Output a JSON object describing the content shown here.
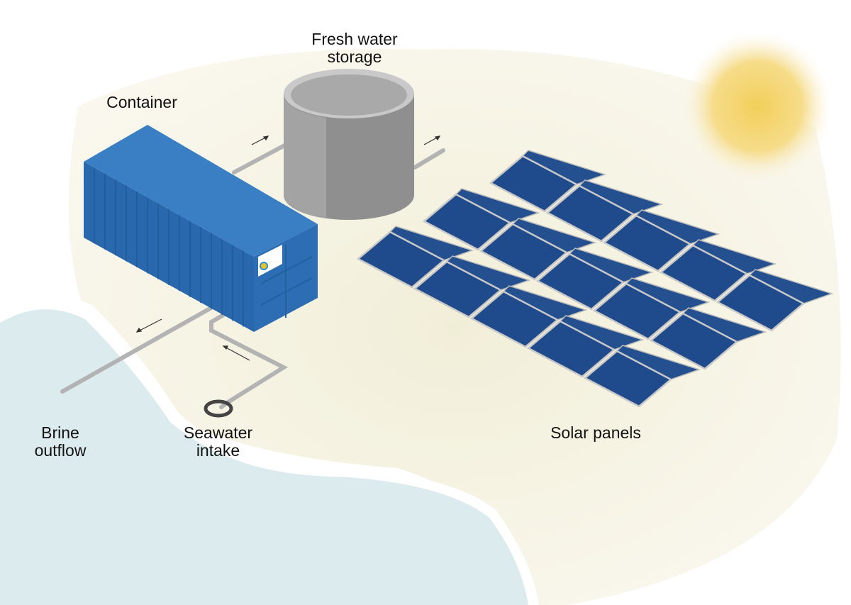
{
  "labels": {
    "fresh_water": "Fresh water storage",
    "container": "Container",
    "brine": "Brine outflow",
    "seawater": "Seawater intake",
    "solar": "Solar panels"
  },
  "colors": {
    "container": "#2f6fb5",
    "tank": "#9a9a9a",
    "panel": "#1f4a8c",
    "sand": "#f4f1e2",
    "sea": "#dcecef",
    "sun": "#f2cf5a"
  },
  "solar_rows": 3,
  "panels_per_row": 5
}
